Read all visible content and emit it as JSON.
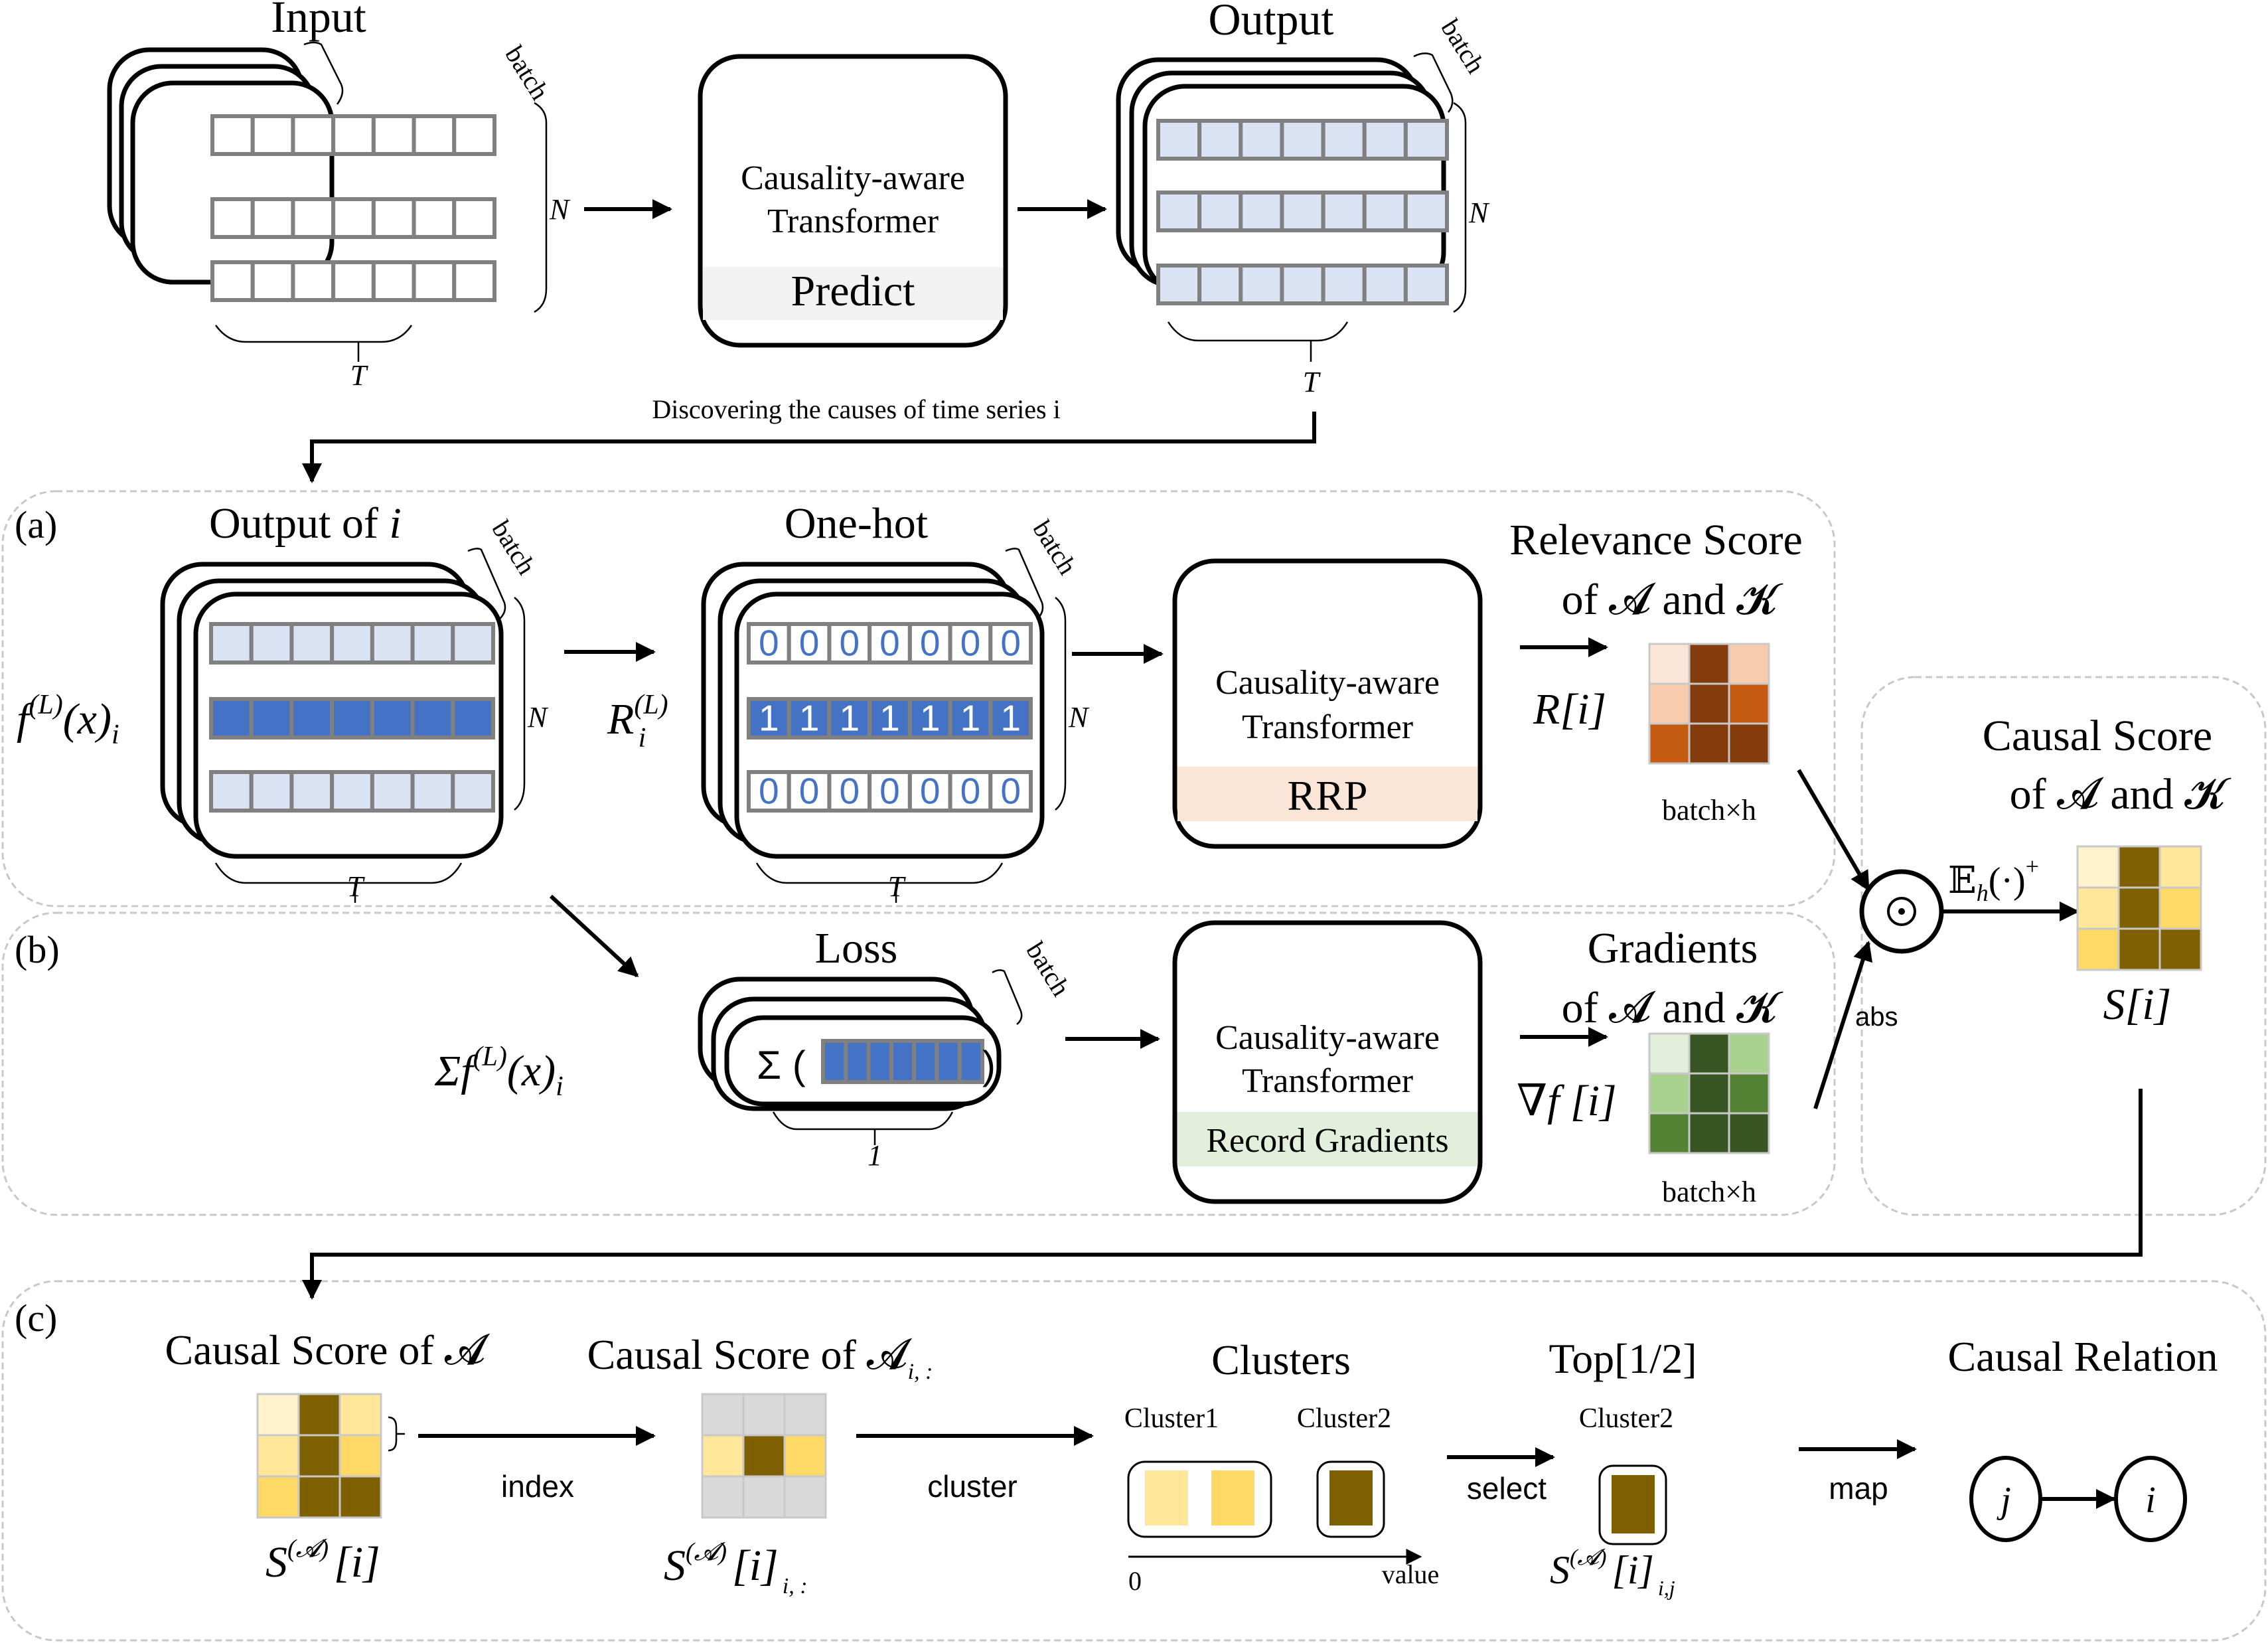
{
  "top": {
    "input_title": "Input",
    "output_title": "Output",
    "model_line1": "Causality-aware",
    "model_line2": "Transformer",
    "model_mode": "Predict",
    "dim_batch": "batch",
    "dim_n": "N",
    "dim_t": "T",
    "discover_caption": "Discovering the causes of time series i"
  },
  "section_a": {
    "label": "(a)",
    "output_title": "Output of ",
    "output_title_var": "i",
    "f_label": "f",
    "f_sup": "(L)",
    "f_arg": "(x)",
    "f_sub": "i",
    "onehot_title": "One-hot",
    "r_label": "R",
    "r_sup": "(L)",
    "r_sub": "i",
    "onehot_rows": [
      [
        "0",
        "0",
        "0",
        "0",
        "0",
        "0",
        "0"
      ],
      [
        "1",
        "1",
        "1",
        "1",
        "1",
        "1",
        "1"
      ],
      [
        "0",
        "0",
        "0",
        "0",
        "0",
        "0",
        "0"
      ]
    ],
    "model_line1": "Causality-aware",
    "model_line2": "Transformer",
    "model_mode": "RRP",
    "result_title1": "Relevance Score",
    "result_title2": "of 𝓐 and 𝓚",
    "result_var": "R[i]",
    "result_dims": "batch×h",
    "heatmap_colors": [
      [
        "#fbe5d6",
        "#843c0c",
        "#f8cbad"
      ],
      [
        "#f8cbad",
        "#843c0c",
        "#c55a11"
      ],
      [
        "#c55a11",
        "#843c0c",
        "#843c0c"
      ]
    ]
  },
  "section_b": {
    "label": "(b)",
    "sum_label": "Σf",
    "sum_sup": "(L)",
    "sum_arg": "(x)",
    "sum_sub": "i",
    "loss_title": "Loss",
    "loss_sigma": "Σ (",
    "loss_close": ")",
    "dim_one": "1",
    "model_line1": "Causality-aware",
    "model_line2": "Transformer",
    "model_mode": "Record Gradients",
    "result_title1": "Gradients",
    "result_title2": "of 𝓐 and 𝓚",
    "result_var": "∇f [i]",
    "result_dims": "batch×h",
    "heatmap_colors": [
      [
        "#e2efda",
        "#375623",
        "#a9d18e"
      ],
      [
        "#a9d18e",
        "#375623",
        "#548235"
      ],
      [
        "#548235",
        "#375623",
        "#375623"
      ]
    ]
  },
  "combine": {
    "operator": "⊙",
    "abs_label": "abs",
    "expectation": "𝔼",
    "expectation_sub": "h",
    "expectation_arg": "(·)",
    "expectation_sup": "+",
    "title1": "Causal Score",
    "title2": "of 𝓐 and 𝓚",
    "result_var": "S[i]",
    "heatmap_colors": [
      [
        "#fff2cc",
        "#7f6000",
        "#ffe699"
      ],
      [
        "#ffe699",
        "#7f6000",
        "#ffd966"
      ],
      [
        "#ffd966",
        "#7f6000",
        "#7f6000"
      ]
    ]
  },
  "section_c": {
    "label": "(c)",
    "step1_title": "Causal Score of 𝓐",
    "step1_var": "S",
    "step1_sup": "(𝓐)",
    "step1_idx": "[i]",
    "index_label": "index",
    "step2_title": "Causal Score of 𝓐",
    "step2_title_sub": "i, :",
    "step2_var": "S",
    "step2_sup": "(𝓐)",
    "step2_idx": "[i]",
    "step2_sub": "i, :",
    "cluster_label": "cluster",
    "clusters_title": "Clusters",
    "cluster1_name": "Cluster1",
    "cluster2_name": "Cluster2",
    "axis_zero": "0",
    "axis_value": "value",
    "select_label": "select",
    "top_title": "Top[1/2]",
    "top_cluster_name": "Cluster2",
    "top_var": "S",
    "top_sup": "(𝓐)",
    "top_idx": "[i]",
    "top_sub": "i,j",
    "map_label": "map",
    "relation_title": "Causal Relation",
    "node_from": "j",
    "node_to": "i",
    "row_colors": [
      "#ffe699",
      "#7f6000",
      "#ffd966"
    ],
    "masked_color": "#d9d9d9"
  }
}
